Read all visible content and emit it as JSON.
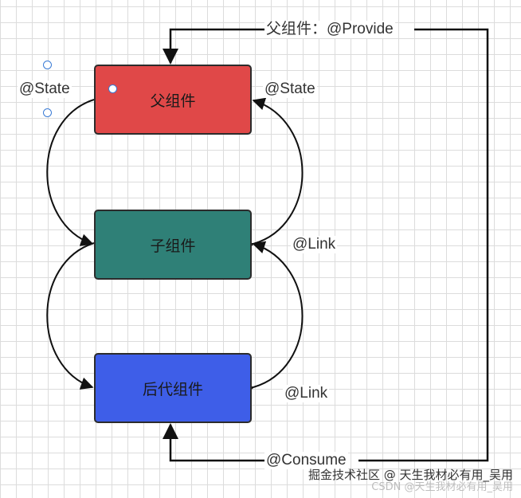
{
  "diagram": {
    "nodes": [
      {
        "id": "parent",
        "label": "父组件",
        "color": "#e04848"
      },
      {
        "id": "child",
        "label": "子组件",
        "color": "#2f8077"
      },
      {
        "id": "descendant",
        "label": "后代组件",
        "color": "#3e5ee8"
      }
    ],
    "edges": {
      "provide": "父组件：@Provide",
      "state_left": "@State",
      "state_right": "@State",
      "link_upper": "@Link",
      "link_lower": "@Link",
      "consume": "@Consume"
    }
  },
  "watermark": {
    "main": "掘金技术社区 @ 天生我材必有用_吴用",
    "faint": "CSDN @天生我材必有用_吴用"
  }
}
